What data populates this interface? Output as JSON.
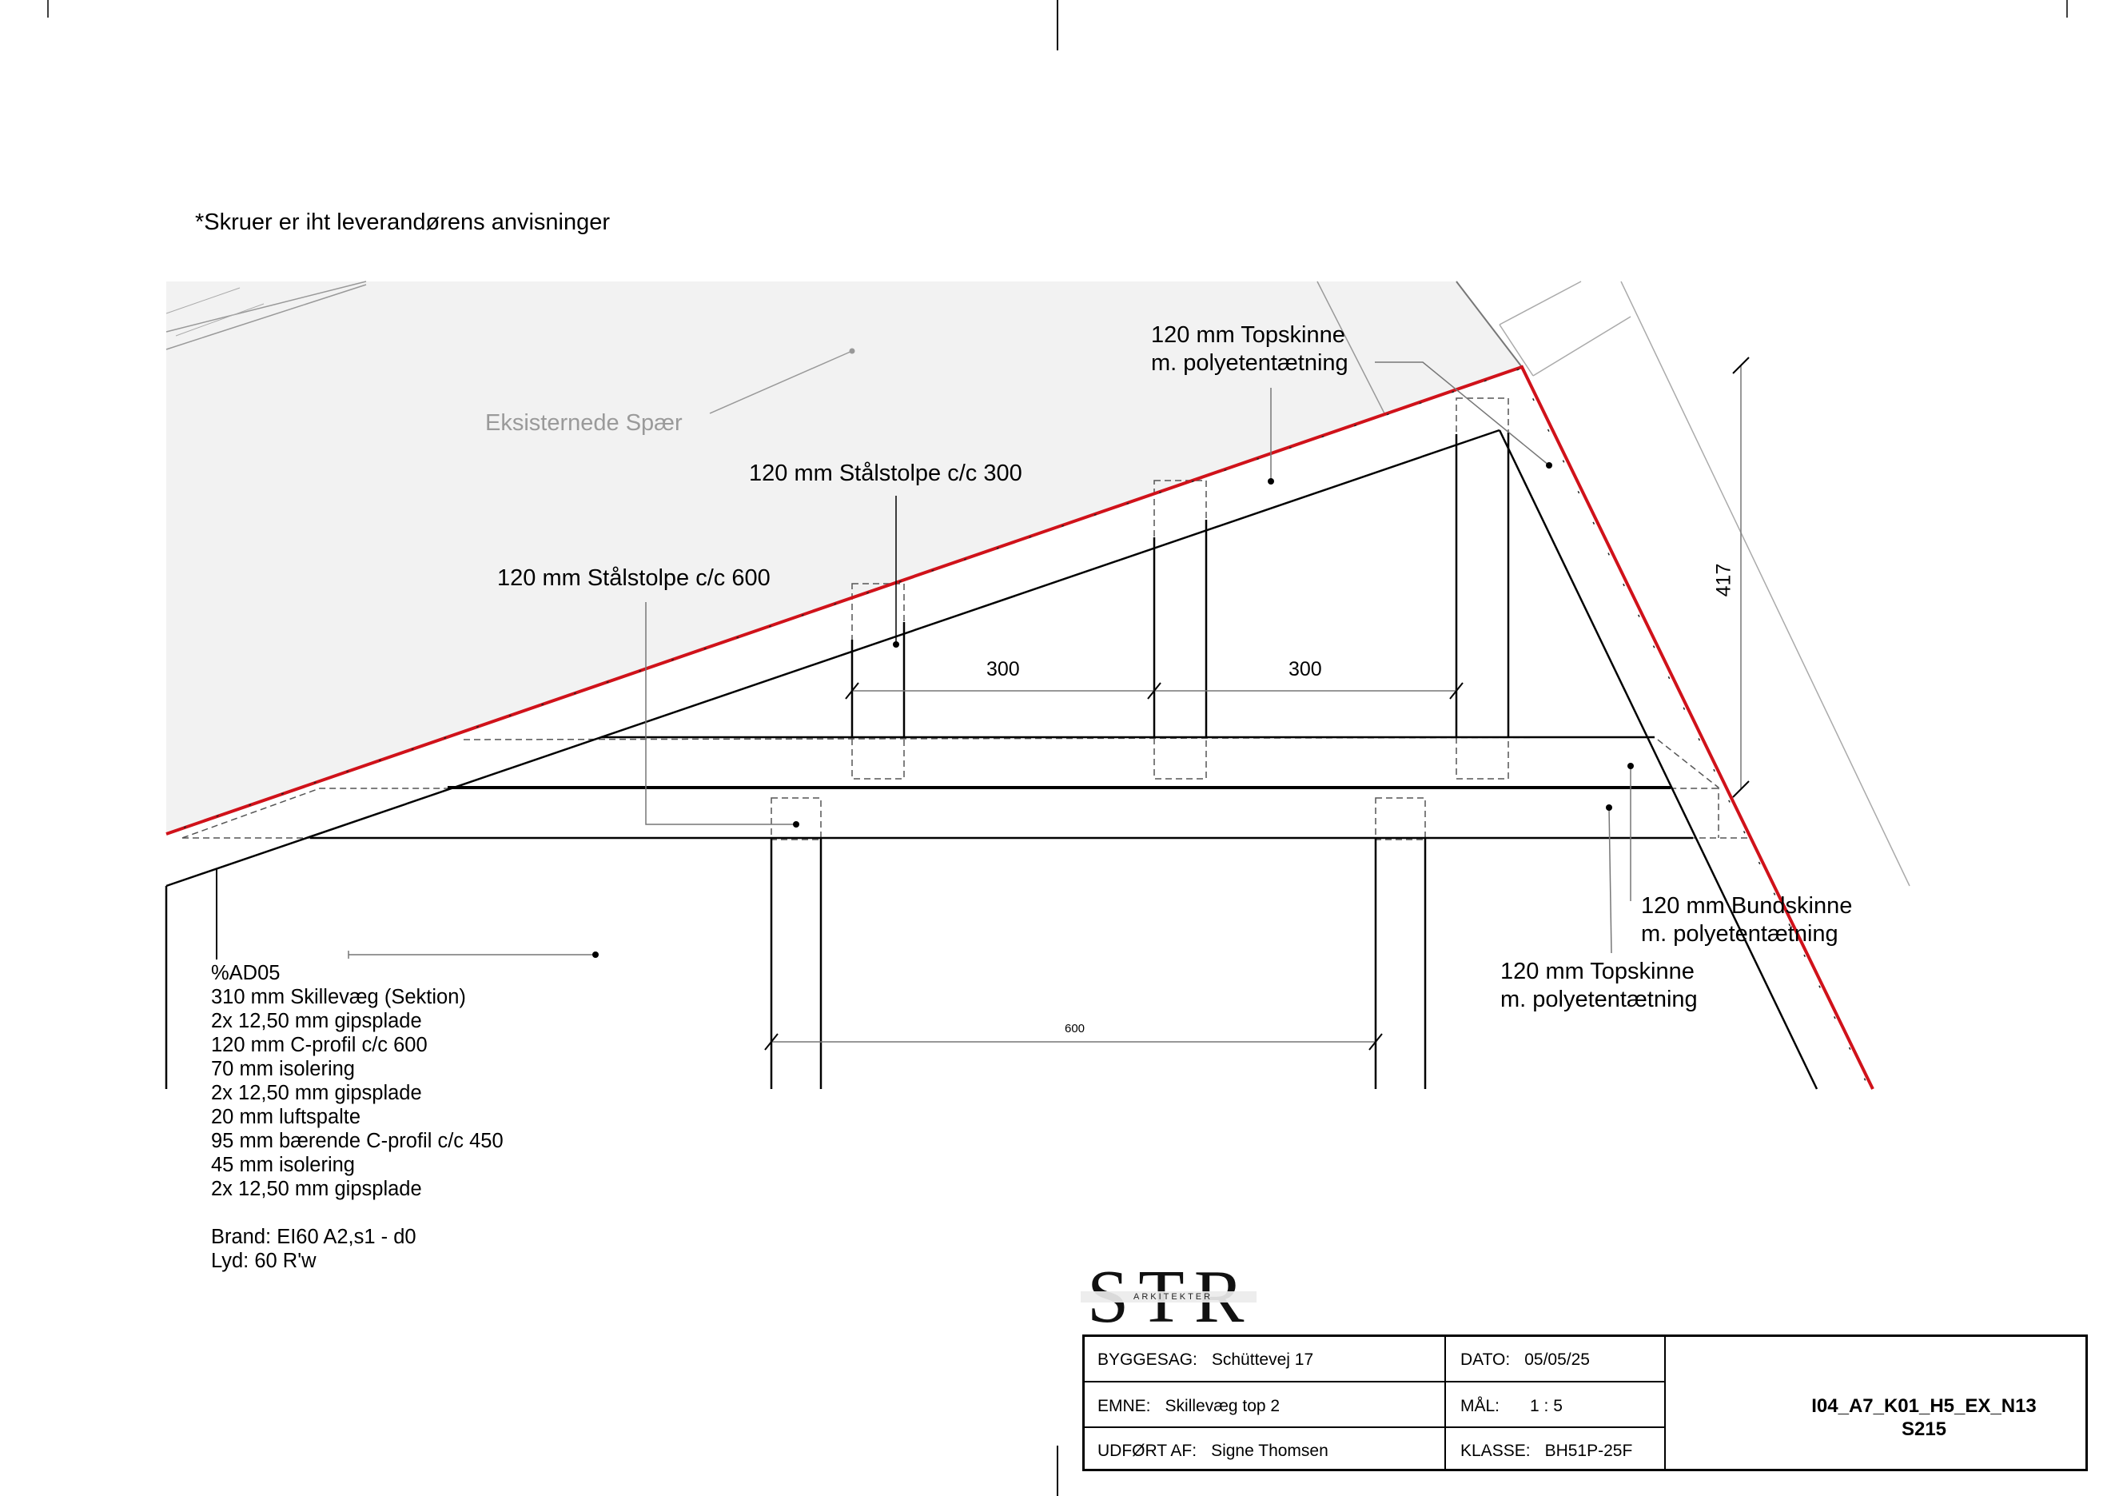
{
  "note": "*Skruer er iht leverandørens anvisninger",
  "labels": {
    "existing_rafters": "Eksisternede Spær",
    "top_rail_upper": [
      "120 mm Topskinne",
      "m. polyetentætning"
    ],
    "stud_300": "120 mm Stålstolpe c/c 300",
    "stud_600": "120 mm Stålstolpe c/c 600",
    "bottom_rail": [
      "120 mm Bundskinne",
      "m. polyetentætning"
    ],
    "top_rail_lower": [
      "120 mm Topskinne",
      "m. polyetentætning"
    ]
  },
  "dimensions": {
    "spacing_left": "300",
    "spacing_right": "300",
    "height": "417",
    "lower_spacing": "600"
  },
  "spec": [
    "%AD05",
    "310 mm Skillevæg (Sektion)",
    "2x 12,50 mm gipsplade",
    "120 mm C-profil c/c 600",
    "70 mm isolering",
    "2x 12,50 mm gipsplade",
    "20 mm luftspalte",
    "95 mm bærende C-profil c/c 450",
    "45 mm isolering",
    "2x 12,50 mm gipsplade",
    "",
    "Brand: EI60 A2,s1 - d0",
    "Lyd: 60 R'w"
  ],
  "logo": {
    "letters": "STR",
    "subtitle": "ARKITEKTER"
  },
  "title_block": {
    "byggesag_label": "BYGGESAG:",
    "byggesag": "Schüttevej 17",
    "dato_label": "DATO:",
    "dato": "05/05/25",
    "emne_label": "EMNE:",
    "emne": "Skillevæg top 2",
    "maal_label": "MÅL:",
    "maal": "1 : 5",
    "udfoert_label": "UDFØRT AF:",
    "udfoert": "Signe Thomsen",
    "klasse_label": "KLASSE:",
    "klasse": "BH51P-25F",
    "drawing_no": "I04_A7_K01_H5_EX_N13",
    "sheet": "S215"
  },
  "colors": {
    "line": "#000000",
    "red_line": "#d0121a",
    "existing_fill": "#f2f2f2",
    "ghost": "#9a9a9a"
  }
}
